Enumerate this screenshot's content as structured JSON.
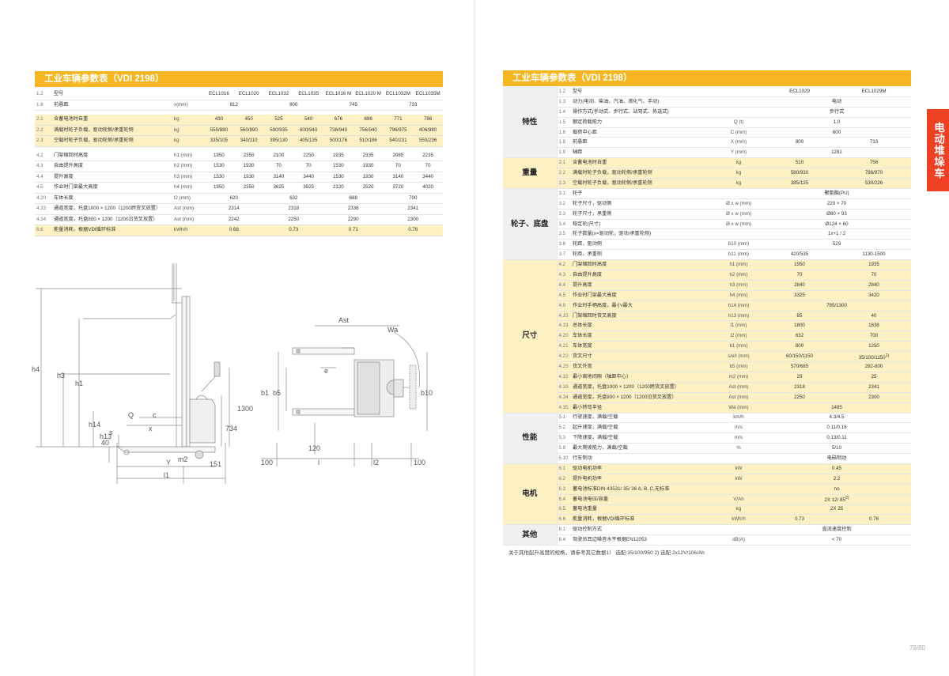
{
  "left": {
    "title": "工业车辆参数表（VDI 2198）",
    "rows": [
      {
        "n": "1.2",
        "label": "型号",
        "unit": "",
        "vals": [
          "ECL1016",
          "ECL1020",
          "ECL1032",
          "ECL1035",
          "ECL1016 M",
          "ECL1020 M",
          "ECL1032M",
          "ECL1035M"
        ]
      },
      {
        "n": "1.8",
        "label": "前悬距",
        "unit": "x(mm)",
        "vals": [
          "812",
          "800",
          "745",
          "733"
        ]
      },
      {
        "n": "2.1",
        "label": "含蓄电池时自重",
        "unit": "kg",
        "vals": [
          "430",
          "450",
          "525",
          "540",
          "676",
          "696",
          "771",
          "786"
        ]
      },
      {
        "n": "2.2",
        "label": "满载时轮子负载，驱动轮侧/承重轮侧",
        "unit": "kg",
        "vals": [
          "550/880",
          "560/890",
          "590/935",
          "600/940",
          "736/940",
          "756/940",
          "796/975",
          "406/980"
        ]
      },
      {
        "n": "2.3",
        "label": "空载时轮子负载，驱动轮侧/承重轮侧",
        "unit": "kg",
        "vals": [
          "335/105",
          "340/110",
          "395/130",
          "405/135",
          "500/176",
          "510/186",
          "540/231",
          "550/236"
        ]
      },
      {
        "n": "4.2",
        "label": "门架缩回时高度",
        "unit": "h1 (mm)",
        "vals": [
          "1950",
          "2350",
          "2100",
          "2250",
          "1935",
          "2335",
          "2085",
          "2235"
        ]
      },
      {
        "n": "4.3",
        "label": "自由提升高度",
        "unit": "h2 (mm)",
        "vals": [
          "1530",
          "1930",
          "70",
          "70",
          "1530",
          "1930",
          "70",
          "70"
        ]
      },
      {
        "n": "4.4",
        "label": "提升高度",
        "unit": "h3 (mm)",
        "vals": [
          "1530",
          "1930",
          "3140",
          "3440",
          "1530",
          "1930",
          "3140",
          "3440"
        ]
      },
      {
        "n": "4.5",
        "label": "作业时门架最大高度",
        "unit": "h4 (mm)",
        "vals": [
          "1950",
          "2350",
          "3625",
          "3925",
          "2120",
          "2520",
          "3720",
          "4020"
        ]
      },
      {
        "n": "4.20",
        "label": "车体长度",
        "unit": "l2 (mm)",
        "vals": [
          "620",
          "632",
          "688",
          "700"
        ]
      },
      {
        "n": "4.33",
        "label": "通道宽度，托盘1000 × 1200（1200跨货叉放置）",
        "unit": "Ast (mm)",
        "vals": [
          "2314",
          "2318",
          "2336",
          "2341"
        ]
      },
      {
        "n": "4.34",
        "label": "通道宽度，托盘800 × 1200（1200沿货叉放置）",
        "unit": "Ast (mm)",
        "vals": [
          "2242",
          "2250",
          "2290",
          "2300"
        ]
      },
      {
        "n": "6.6",
        "label": "能量消耗，根据VDI循环标准",
        "unit": "kWh/h",
        "vals": [
          "0.68",
          "0.73",
          "0.71",
          "0.76"
        ]
      }
    ]
  },
  "right": {
    "title": "工业车辆参数表（VDI 2198）",
    "sections": [
      {
        "name": "特性",
        "rows": [
          {
            "n": "1.2",
            "label": "型号",
            "unit": "",
            "a": "ECL1029",
            "b": "ECL1029M"
          },
          {
            "n": "1.3",
            "label": "动力(电动、柴油、汽油、液化气、手动)",
            "unit": "",
            "c": "电动"
          },
          {
            "n": "1.4",
            "label": "操作方式(手动式、步行式、站驾式、拣选式)",
            "unit": "",
            "c": "步行式"
          },
          {
            "n": "1.5",
            "label": "额定荷载能力",
            "unit": "Q (t)",
            "c": "1.0"
          },
          {
            "n": "1.6",
            "label": "载荷中心距",
            "unit": "C (mm)",
            "c": "600"
          },
          {
            "n": "1.8",
            "label": "前悬距",
            "unit": "X (mm)",
            "a": "800",
            "b": "733"
          },
          {
            "n": "1.9",
            "label": "轴距",
            "unit": "Y (mm)",
            "c": "1281"
          }
        ]
      },
      {
        "name": "重量",
        "rows": [
          {
            "n": "2.1",
            "label": "含蓄电池时自重",
            "unit": "kg",
            "a": "510",
            "b": "756"
          },
          {
            "n": "2.2",
            "label": "满载时轮子负载，驱动轮侧/承重轮侧",
            "unit": "kg",
            "a": "580/930",
            "b": "786/970"
          },
          {
            "n": "2.3",
            "label": "空载时轮子负载，驱动轮侧/承重轮侧",
            "unit": "kg",
            "a": "385/125",
            "b": "530/226"
          }
        ]
      },
      {
        "name": "轮子、底盘",
        "rows": [
          {
            "n": "3.1",
            "label": "轮子",
            "unit": "",
            "c": "聚氨酯(PU)"
          },
          {
            "n": "3.2",
            "label": "轮子尺寸，驱动侧",
            "unit": "Ø x w (mm)",
            "c": "220 × 70"
          },
          {
            "n": "3.3",
            "label": "轮子尺寸，承重侧",
            "unit": "Ø x w (mm)",
            "c": "Ø80 × 93"
          },
          {
            "n": "3.4",
            "label": "稳定轮(尺寸)",
            "unit": "Ø x w (mm)",
            "c": "Ø124 × 60"
          },
          {
            "n": "3.5",
            "label": "轮子数量(x=驱动轮，驱动/承重轮侧)",
            "unit": "",
            "c": "1x+1 / 2"
          },
          {
            "n": "3.6",
            "label": "轮距，驱动侧",
            "unit": "b10 (mm)",
            "c": "529"
          },
          {
            "n": "3.7",
            "label": "轮距，承重侧",
            "unit": "b11 (mm)",
            "a": "420/535",
            "b": "1130-1500"
          }
        ]
      },
      {
        "name": "尺寸",
        "rows": [
          {
            "n": "4.2",
            "label": "门架缩回时高度",
            "unit": "h1 (mm)",
            "a": "1950",
            "b": "1935"
          },
          {
            "n": "4.3",
            "label": "自由提升高度",
            "unit": "h2 (mm)",
            "a": "70",
            "b": "70"
          },
          {
            "n": "4.4",
            "label": "提升高度",
            "unit": "h3 (mm)",
            "a": "2840",
            "b": "2840"
          },
          {
            "n": "4.5",
            "label": "作业时门架最大高度",
            "unit": "h4 (mm)",
            "a": "3325",
            "b": "3420"
          },
          {
            "n": "4.9",
            "label": "作业时手柄高度，最小/最大",
            "unit": "h14 (mm)",
            "c": "785/1300"
          },
          {
            "n": "4.15",
            "label": "门架缩回时货叉高度",
            "unit": "h13 (mm)",
            "a": "85",
            "b": "40"
          },
          {
            "n": "4.19",
            "label": "总体长度",
            "unit": "l1 (mm)",
            "a": "1800",
            "b": "1838"
          },
          {
            "n": "4.20",
            "label": "车体长度",
            "unit": "l2 (mm)",
            "a": "632",
            "b": "700"
          },
          {
            "n": "4.21",
            "label": "车体宽度",
            "unit": "b1 (mm)",
            "a": "800",
            "b": "1250"
          },
          {
            "n": "4.22",
            "label": "货叉尺寸",
            "unit": "s/e/l (mm)",
            "a": "60/150/1150",
            "b": "35/100/1150",
            "bsup": "1)"
          },
          {
            "n": "4.25",
            "label": "货叉外宽",
            "unit": "b5 (mm)",
            "a": "570/685",
            "b": "282-800"
          },
          {
            "n": "4.32",
            "label": "最小离地间隙（轴距中心）",
            "unit": "m2 (mm)",
            "a": "29",
            "b": "25"
          },
          {
            "n": "4.33",
            "label": "通道宽度，托盘1000 × 1200（1200跨货叉放置）",
            "unit": "Ast (mm)",
            "a": "2318",
            "b": "2341"
          },
          {
            "n": "4.34",
            "label": "通道宽度，托盘800 × 1200（1200沿货叉放置）",
            "unit": "Ast (mm)",
            "a": "2250",
            "b": "2300"
          },
          {
            "n": "4.35",
            "label": "最小转弯半径",
            "unit": "Wa (mm)",
            "c": "1485"
          }
        ]
      },
      {
        "name": "性能",
        "rows": [
          {
            "n": "5.1",
            "label": "行驶速度，满载/空载",
            "unit": "km/h",
            "c": "4.3/4.5"
          },
          {
            "n": "5.2",
            "label": "起升速度，满载/空载",
            "unit": "m/s",
            "c": "0.11/0.16"
          },
          {
            "n": "5.3",
            "label": "下降速度，满载/空载",
            "unit": "m/s",
            "c": "0.13/0.11"
          },
          {
            "n": "5.8",
            "label": "最大爬坡能力，满载/空载",
            "unit": "%",
            "c": "5/10"
          },
          {
            "n": "5.10",
            "label": "行车制动",
            "unit": "",
            "c": "电磁制动"
          }
        ]
      },
      {
        "name": "电机",
        "rows": [
          {
            "n": "6.1",
            "label": "驱动电机功率",
            "unit": "kW",
            "c": "0.45"
          },
          {
            "n": "6.2",
            "label": "提升电机功率",
            "unit": "kW",
            "c": "2.2"
          },
          {
            "n": "6.3",
            "label": "蓄电池标准DIN 43531/ 35/ 36 A, B, C,无标准",
            "unit": "",
            "c": "no"
          },
          {
            "n": "6.4",
            "label": "蓄电池电压/容量",
            "unit": "V/Ah",
            "c": "2X 12/ 85",
            "csup": "2)"
          },
          {
            "n": "6.5",
            "label": "蓄电池重量",
            "unit": "kg",
            "c": "2X 25"
          },
          {
            "n": "6.6",
            "label": "能量消耗，根据VDI循环标准",
            "unit": "kWh/h",
            "a": "0.73",
            "b": "0.76"
          }
        ]
      },
      {
        "name": "其他",
        "rows": [
          {
            "n": "8.1",
            "label": "驱动控制方式",
            "unit": "",
            "c": "直流速度控制"
          },
          {
            "n": "8.4",
            "label": "驾驶员耳边噪音水平根据EN12053",
            "unit": "dB(A)",
            "c": "< 70"
          }
        ]
      }
    ],
    "footnote": "关于其他起升高度的规格，请参考其它数据1）  选配:35/100/950 2)  选配:2x12V/106/Ah"
  },
  "side_tab": "电动堆垛车",
  "page_number": "79/80",
  "drawing": {
    "side_labels": [
      "h4",
      "h3",
      "h1",
      "h14",
      "h13",
      "Q",
      "c",
      "x",
      "s",
      "40",
      "m2",
      "Y",
      "l1",
      "151",
      "1300",
      "734"
    ],
    "top_labels": [
      "Ast",
      "Wa",
      "e",
      "b1",
      "b5",
      "b10",
      "100",
      "120",
      "l",
      "l2",
      "100"
    ]
  }
}
